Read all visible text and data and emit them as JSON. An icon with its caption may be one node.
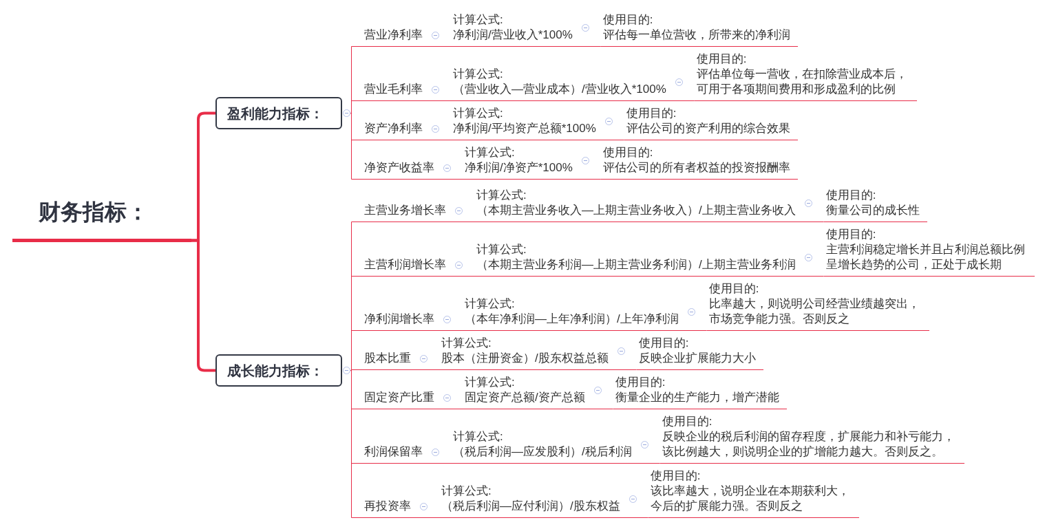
{
  "diagram": {
    "nodes": [
      {
        "text": [
          "财务指标："
        ]
      },
      {
        "text": [
          "盈利能力指标："
        ]
      },
      {
        "text": [
          "营业净利率"
        ]
      },
      {
        "text": [
          "计算公式:",
          "净利润/营业收入*100%"
        ]
      },
      {
        "text": [
          "使用目的:",
          "评估每一单位营收，所带来的净利润"
        ]
      },
      {
        "text": [
          "营业毛利率"
        ]
      },
      {
        "text": [
          "计算公式:",
          "（营业收入—营业成本）/营业收入*100%"
        ]
      },
      {
        "text": [
          "使用目的:",
          "评估单位每一营收，在扣除营业成本后，可用于各项期间费用和形成盈利的比例"
        ]
      },
      {
        "text": [
          "资产净利率"
        ]
      },
      {
        "text": [
          "计算公式:",
          "净利润/平均资产总额*100%"
        ]
      },
      {
        "text": [
          "使用目的:",
          "评估公司的资产利用的综合效果"
        ]
      },
      {
        "text": [
          "净资产收益率"
        ]
      },
      {
        "text": [
          "计算公式:",
          "净利润/净资产*100%"
        ]
      },
      {
        "text": [
          "使用目的:",
          "评估公司的所有者权益的投资报酬率"
        ]
      },
      {
        "text": [
          "成长能力指标："
        ]
      },
      {
        "text": [
          "主营业务增长率"
        ]
      },
      {
        "text": [
          "计算公式:",
          "（本期主营业务收入—上期主营业务收入）/上期主营业务收入"
        ]
      },
      {
        "text": [
          "使用目的:",
          "衡量公司的成长性"
        ]
      },
      {
        "text": [
          "主营利润增长率"
        ]
      },
      {
        "text": [
          "计算公式:",
          "（本期主营业务利润—上期主营业务利润）/上期主营业务利润"
        ]
      },
      {
        "text": [
          "使用目的:",
          "主营利润稳定增长并且占利润总额比例呈增长趋势的公司，正处于成长期"
        ]
      },
      {
        "text": [
          "净利润增长率"
        ]
      },
      {
        "text": [
          "计算公式:",
          "（本年净利润—上年净利润）/上年净利润"
        ]
      },
      {
        "text": [
          "使用目的:",
          "比率越大，则说明公司经营业绩越突出，市场竞争能力强。否则反之"
        ]
      },
      {
        "text": [
          "股本比重"
        ]
      },
      {
        "text": [
          "计算公式:",
          "股本（注册资金）/股东权益总额"
        ]
      },
      {
        "text": [
          "使用目的:",
          "反映企业扩展能力大小"
        ]
      },
      {
        "text": [
          "固定资产比重"
        ]
      },
      {
        "text": [
          "计算公式:",
          "固定资产总额/资产总额"
        ]
      },
      {
        "text": [
          "使用目的:",
          "衡量企业的生产能力，增产潜能"
        ]
      },
      {
        "text": [
          "利润保留率"
        ]
      },
      {
        "text": [
          "计算公式:",
          "（税后利润—应发股利）/税后利润"
        ]
      },
      {
        "text": [
          "使用目的:",
          "反映企业的税后利润的留存程度，扩展能力和补亏能力，该比例越大，则说明企业的扩增能力越大。否则反之。"
        ]
      },
      {
        "text": [
          "再投资率"
        ]
      },
      {
        "text": [
          "计算公式:",
          "（税后利润—应付利润）/股东权益"
        ]
      },
      {
        "text": [
          "使用目的:",
          "该比率越大，说明企业在本期获利大，今后的扩展能力强。否则反之"
        ]
      }
    ],
    "edges": [
      {
        "from": 0,
        "to": 1,
        "arrow": "none",
        "style": "thick"
      },
      {
        "from": 0,
        "to": 14,
        "arrow": "none",
        "style": "thick"
      },
      {
        "from": 1,
        "to": 2,
        "arrow": "none"
      },
      {
        "from": 2,
        "to": 3,
        "arrow": "none"
      },
      {
        "from": 3,
        "to": 4,
        "arrow": "none"
      },
      {
        "from": 1,
        "to": 5,
        "arrow": "none"
      },
      {
        "from": 5,
        "to": 6,
        "arrow": "none"
      },
      {
        "from": 6,
        "to": 7,
        "arrow": "none"
      },
      {
        "from": 1,
        "to": 8,
        "arrow": "none"
      },
      {
        "from": 8,
        "to": 9,
        "arrow": "none"
      },
      {
        "from": 9,
        "to": 10,
        "arrow": "none"
      },
      {
        "from": 1,
        "to": 11,
        "arrow": "none"
      },
      {
        "from": 11,
        "to": 12,
        "arrow": "none"
      },
      {
        "from": 12,
        "to": 13,
        "arrow": "none"
      },
      {
        "from": 14,
        "to": 15,
        "arrow": "none"
      },
      {
        "from": 15,
        "to": 16,
        "arrow": "none"
      },
      {
        "from": 16,
        "to": 17,
        "arrow": "none"
      },
      {
        "from": 14,
        "to": 18,
        "arrow": "none"
      },
      {
        "from": 18,
        "to": 19,
        "arrow": "none"
      },
      {
        "from": 19,
        "to": 20,
        "arrow": "none"
      },
      {
        "from": 14,
        "to": 21,
        "arrow": "none"
      },
      {
        "from": 21,
        "to": 22,
        "arrow": "none"
      },
      {
        "from": 22,
        "to": 23,
        "arrow": "none"
      },
      {
        "from": 14,
        "to": 24,
        "arrow": "none"
      },
      {
        "from": 24,
        "to": 25,
        "arrow": "none"
      },
      {
        "from": 25,
        "to": 26,
        "arrow": "none"
      },
      {
        "from": 14,
        "to": 27,
        "arrow": "none"
      },
      {
        "from": 27,
        "to": 28,
        "arrow": "none"
      },
      {
        "from": 28,
        "to": 29,
        "arrow": "none"
      },
      {
        "from": 14,
        "to": 30,
        "arrow": "none"
      },
      {
        "from": 30,
        "to": 31,
        "arrow": "none"
      },
      {
        "from": 31,
        "to": 32,
        "arrow": "none"
      },
      {
        "from": 14,
        "to": 33,
        "arrow": "none"
      },
      {
        "from": 33,
        "to": 34,
        "arrow": "none"
      },
      {
        "from": 34,
        "to": 35,
        "arrow": "none"
      }
    ]
  }
}
